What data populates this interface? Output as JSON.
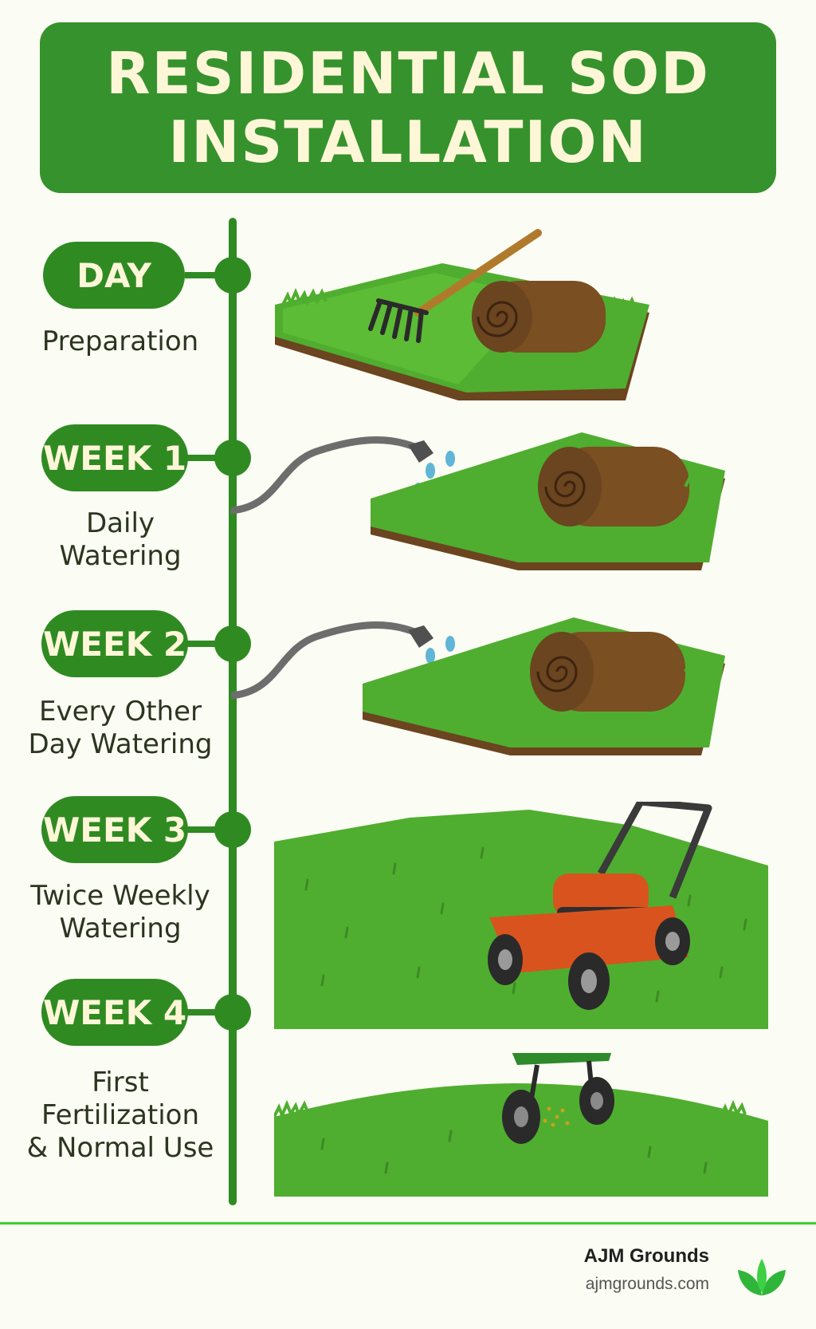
{
  "title": {
    "line1": "RESIDENTIAL SOD",
    "line2": "INSTALLATION"
  },
  "steps": [
    {
      "badge": "DAY",
      "label_lines": [
        "Preparation"
      ],
      "icon": "rake-and-sod-roll"
    },
    {
      "badge": "WEEK 1",
      "label_lines": [
        "Daily",
        "Watering"
      ],
      "icon": "hose-watering-sod"
    },
    {
      "badge": "WEEK 2",
      "label_lines": [
        "Every Other",
        "Day Watering"
      ],
      "icon": "hose-watering-sod"
    },
    {
      "badge": "WEEK 3",
      "label_lines": [
        "Twice Weekly",
        "Watering"
      ],
      "icon": "lawn-mower"
    },
    {
      "badge": "WEEK 4",
      "label_lines": [
        "First",
        "Fertilization",
        "& Normal Use"
      ],
      "icon": "fertilizer-spreader"
    }
  ],
  "footer": {
    "brand": "AJM Grounds",
    "url": "ajmgrounds.com",
    "logo_icon": "leaf-logo"
  },
  "colors": {
    "primary_green": "#2f8a22",
    "banner_green": "#36922d",
    "cream_text": "#fdf7d8",
    "grass": "#4fae2f",
    "soil": "#6b4420",
    "mower_orange": "#d9531e",
    "footer_accent": "#3ccf32"
  }
}
